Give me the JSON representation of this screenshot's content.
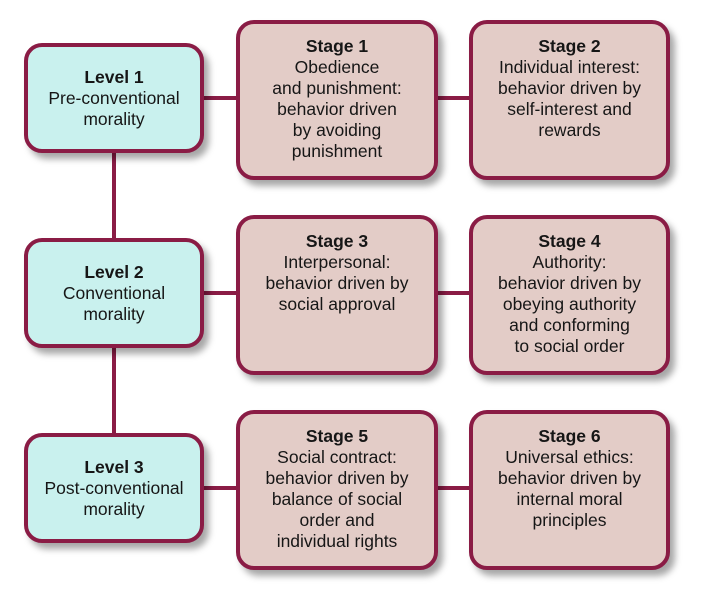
{
  "levels": [
    {
      "title": "Level 1",
      "description": "Pre-conventional\nmorality"
    },
    {
      "title": "Level 2",
      "description": "Conventional\nmorality"
    },
    {
      "title": "Level 3",
      "description": "Post-conventional\nmorality"
    }
  ],
  "stages": [
    {
      "title": "Stage 1",
      "description": "Obedience\nand punishment:\nbehavior driven\nby avoiding\npunishment"
    },
    {
      "title": "Stage 2",
      "description": "Individual interest:\nbehavior driven by\nself-interest and\nrewards"
    },
    {
      "title": "Stage 3",
      "description": "Interpersonal:\nbehavior driven by\nsocial approval"
    },
    {
      "title": "Stage 4",
      "description": "Authority:\nbehavior driven by\nobeying authority\nand conforming\nto social order"
    },
    {
      "title": "Stage 5",
      "description": "Social contract:\nbehavior driven by\nbalance of social\norder and\nindividual rights"
    },
    {
      "title": "Stage 6",
      "description": "Universal ethics:\nbehavior driven by\ninternal moral\nprinciples"
    }
  ],
  "colors": {
    "border": "#8a1c45",
    "level_fill": "#c9f1ee",
    "stage_fill": "#e3ccc7",
    "connector": "#8a1c45"
  }
}
